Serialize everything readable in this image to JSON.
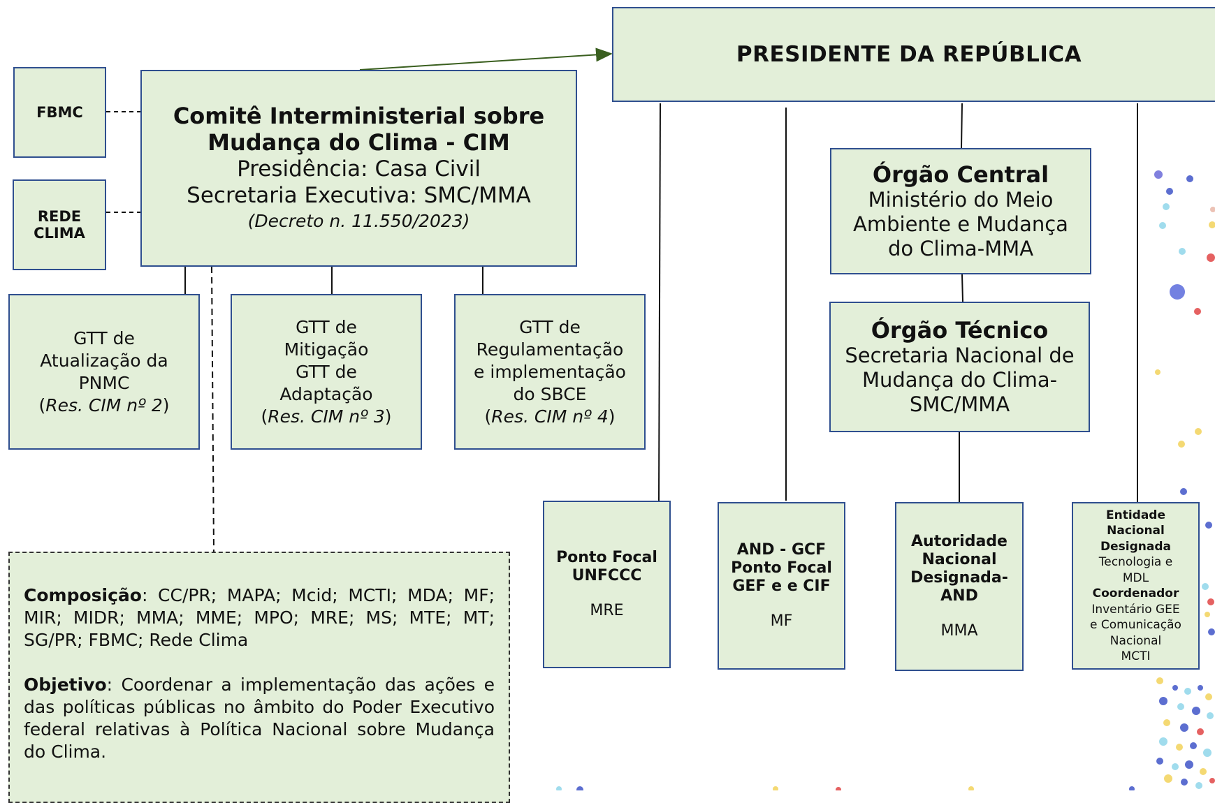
{
  "colors": {
    "box_fill": "#e3efd9",
    "box_border": "#2f4f8f",
    "arrow": "#3a5f1f"
  },
  "presidente": {
    "title": "PRESIDENTE DA REPÚBLICA"
  },
  "fbmc": {
    "label": "FBMC"
  },
  "rede_clima": {
    "line1": "REDE",
    "line2": "CLIMA"
  },
  "cim": {
    "title1": "Comitê Interministerial sobre",
    "title2": "Mudança do Clima -  CIM",
    "presidencia": "Presidência: Casa Civil",
    "secretaria": "Secretaria Executiva: SMC/MMA",
    "decreto": "(Decreto n. 11.550/2023)"
  },
  "gtt1": {
    "line1": "GTT de",
    "line2": "Atualização da",
    "line3": "PNMC",
    "res": "Res. CIM nº 2"
  },
  "gtt2": {
    "line1": "GTT de",
    "line2": "Mitigação",
    "line3": "GTT de",
    "line4": "Adaptação",
    "res": "Res. CIM nº 3"
  },
  "gtt3": {
    "line1": "GTT de",
    "line2": "Regulamentação",
    "line3": "e implementação",
    "line4": "do SBCE",
    "res": "Res. CIM nº 4"
  },
  "orgao_central": {
    "title": "Órgão Central",
    "line1": "Ministério do Meio",
    "line2": "Ambiente e Mudança",
    "line3": "do Clima-MMA"
  },
  "orgao_tecnico": {
    "title": "Órgão Técnico",
    "line1": "Secretaria Nacional de",
    "line2": "Mudança do Clima-",
    "line3": "SMC/MMA"
  },
  "ponto_focal": {
    "title1": "Ponto Focal",
    "title2": "UNFCCC",
    "org": "MRE"
  },
  "and_gcf": {
    "title1": "AND - GCF",
    "title2": "Ponto Focal",
    "title3": "GEF e e CIF",
    "org": "MF"
  },
  "autoridade": {
    "title1": "Autoridade",
    "title2": "Nacional",
    "title3": "Designada-",
    "title4": "AND",
    "org": "MMA"
  },
  "entidade": {
    "title1": "Entidade",
    "title2": "Nacional",
    "title3": "Designada",
    "line1": "Tecnologia  e",
    "line2": "MDL",
    "coord": "Coordenador",
    "line3": "Inventário GEE",
    "line4": "e Comunicação",
    "line5": "Nacional",
    "line6": "MCTI"
  },
  "composicao": {
    "label": "Composição",
    "text": ": CC/PR; MAPA; Mcid; MCTI; MDA; MF; MIR; MIDR; MMA; MME; MPO; MRE; MS; MTE; MT; SG/PR; FBMC; Rede Clima",
    "obj_label": "Objetivo",
    "obj_text": ": Coordenar a implementação das ações e das políticas públicas no âmbito do Poder Executivo federal relativas à Política Nacional sobre Mudança do Clima."
  }
}
